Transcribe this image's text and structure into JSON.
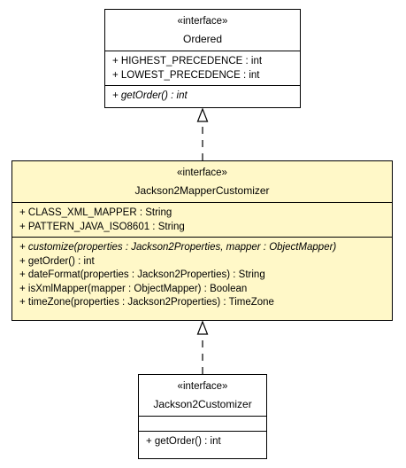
{
  "classes": {
    "ordered": {
      "stereotype": "«interface»",
      "name": "Ordered",
      "attributes": [
        "+ HIGHEST_PRECEDENCE : int",
        "+ LOWEST_PRECEDENCE : int"
      ],
      "operations": [
        "+ getOrder() : int"
      ]
    },
    "jackson2mappercustomizer": {
      "stereotype": "«interface»",
      "name": "Jackson2MapperCustomizer",
      "highlight_color": "#fff8c8",
      "attributes": [
        "+ CLASS_XML_MAPPER : String",
        "+ PATTERN_JAVA_ISO8601 : String"
      ],
      "operations": [
        "+ customize(properties : Jackson2Properties, mapper : ObjectMapper)",
        "+ getOrder() : int",
        "+ dateFormat(properties : Jackson2Properties) : String",
        "+ isXmlMapper(mapper : ObjectMapper) : Boolean",
        "+ timeZone(properties : Jackson2Properties) : TimeZone"
      ]
    },
    "jackson2customizer": {
      "stereotype": "«interface»",
      "name": "Jackson2Customizer",
      "attributes": [],
      "operations": [
        "+ getOrder() : int"
      ]
    }
  }
}
